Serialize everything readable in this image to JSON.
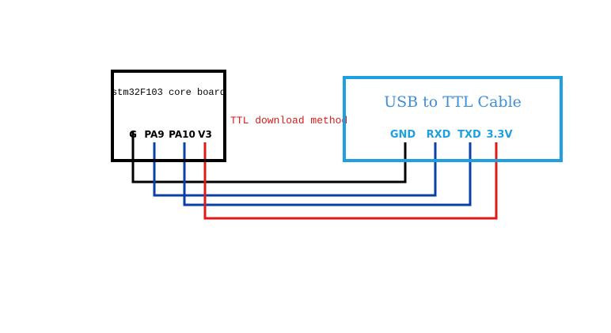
{
  "core_board": {
    "title": "stm32F103 core board",
    "pins": [
      {
        "label": "G",
        "color": "#000000"
      },
      {
        "label": "PA9",
        "color": "#0a3fa8"
      },
      {
        "label": "PA10",
        "color": "#0a3fa8"
      },
      {
        "label": "V3",
        "color": "#e01818"
      }
    ],
    "border_color": "#000000"
  },
  "method_label": {
    "text": "TTL download method",
    "color": "#e01818"
  },
  "cable": {
    "title": "USB to TTL Cable",
    "title_color": "#3f8fd8",
    "border_color": "#1ea0e0",
    "pin_color": "#1ea0e0",
    "pins": [
      {
        "label": "GND"
      },
      {
        "label": "RXD"
      },
      {
        "label": "TXD"
      },
      {
        "label": "3.3V"
      }
    ]
  },
  "connections": [
    {
      "from": "G",
      "to": "GND",
      "color": "#000000"
    },
    {
      "from": "PA9",
      "to": "RXD",
      "color": "#0a3fa8"
    },
    {
      "from": "PA10",
      "to": "TXD",
      "color": "#0a3fa8"
    },
    {
      "from": "V3",
      "to": "3.3V",
      "color": "#e01818"
    }
  ]
}
